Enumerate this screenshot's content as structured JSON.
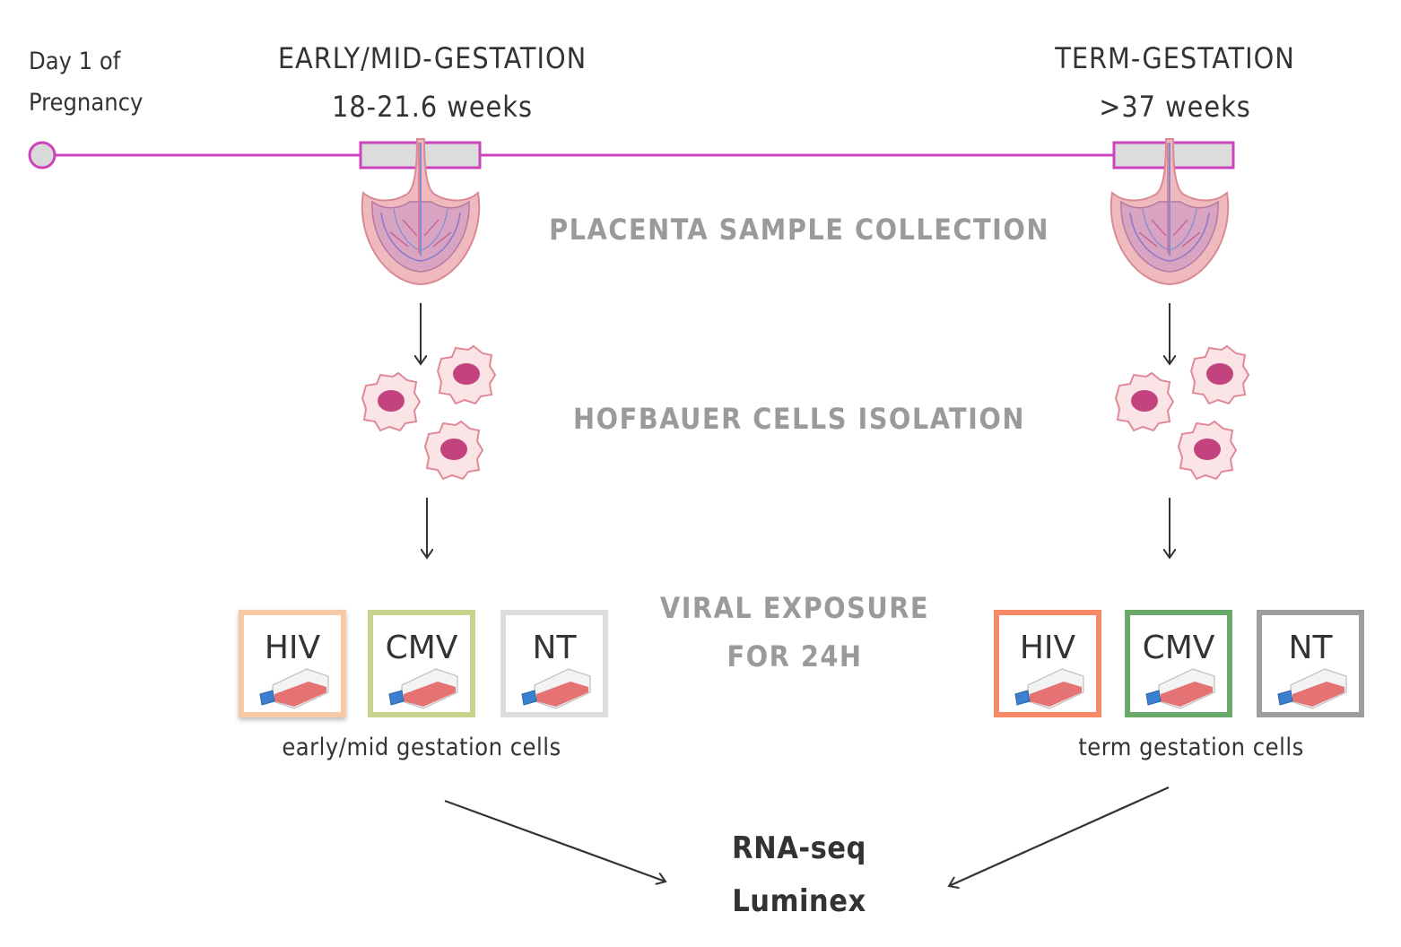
{
  "timeline": {
    "start_label_line1": "Day 1 of",
    "start_label_line2": "Pregnancy",
    "early": {
      "phase": "EARLY/MID-GESTATION",
      "weeks": "18-21.6 weeks"
    },
    "term": {
      "phase": "TERM-GESTATION",
      "weeks": ">37 weeks"
    },
    "colors": {
      "line": "#cc44bb",
      "bar_fill": "#dcdcdc",
      "start_dot_fill": "#d9d9d9"
    }
  },
  "steps": {
    "collection": "PLACENTA SAMPLE COLLECTION",
    "isolation": "HOFBAUER CELLS ISOLATION",
    "exposure_line1": "VIRAL EXPOSURE",
    "exposure_line2": "FOR 24H"
  },
  "groups": {
    "early": {
      "caption": "early/mid gestation cells",
      "boxes": [
        {
          "label": "HIV",
          "color": "#f7c9a4"
        },
        {
          "label": "CMV",
          "color": "#c6d48e"
        },
        {
          "label": "NT",
          "color": "#dcdcdc"
        }
      ]
    },
    "term": {
      "caption": "term gestation cells",
      "boxes": [
        {
          "label": "HIV",
          "color": "#f58a66"
        },
        {
          "label": "CMV",
          "color": "#6aa86a"
        },
        {
          "label": "NT",
          "color": "#9e9e9e"
        }
      ]
    }
  },
  "outputs": {
    "line1": "RNA-seq",
    "line2": "Luminex"
  },
  "icons": [
    "placenta-icon",
    "hofbauer-cell-icon",
    "culture-flask-icon",
    "down-arrow-icon"
  ]
}
